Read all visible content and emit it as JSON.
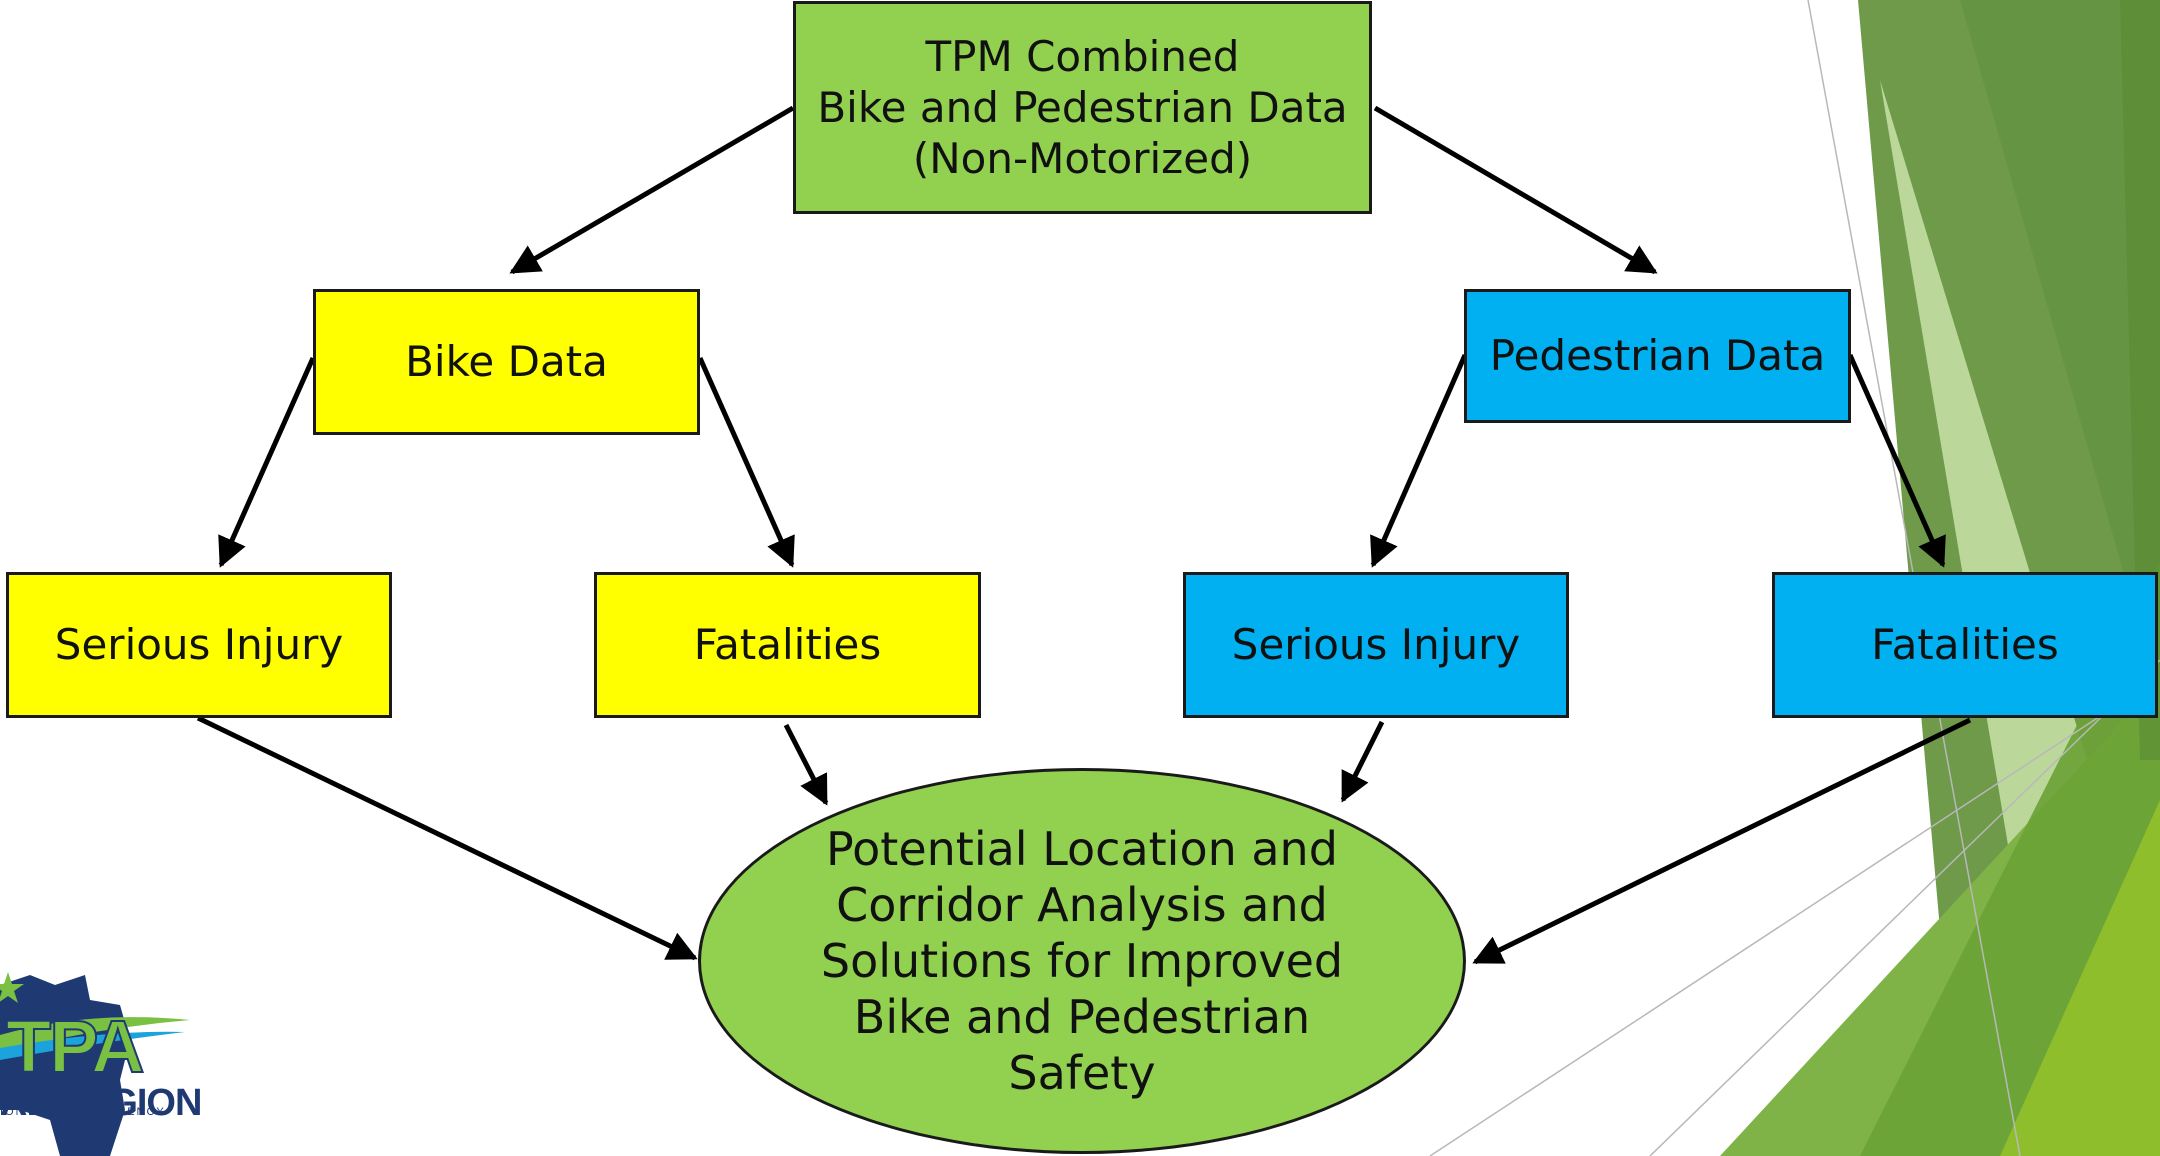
{
  "diagram": {
    "top_box": {
      "lines": [
        "TPM Combined",
        "Bike and Pedestrian Data",
        "(Non-Motorized)"
      ],
      "color": "#92d050"
    },
    "bike_data": {
      "label": "Bike Data",
      "color": "#ffff00"
    },
    "pedestrian_data": {
      "label": "Pedestrian Data",
      "color": "#00b0f0"
    },
    "bike_serious_injury": {
      "label": "Serious Injury"
    },
    "bike_fatalities": {
      "label": "Fatalities"
    },
    "ped_serious_injury": {
      "label": "Serious Injury"
    },
    "ped_fatalities": {
      "label": "Fatalities"
    },
    "outcome": {
      "lines": [
        "Potential Location and",
        "Corridor Analysis and",
        "Solutions for Improved",
        "Bike and Pedestrian",
        "Safety"
      ],
      "color": "#92d050"
    }
  },
  "logo": {
    "acronym": "TPA",
    "region": "AL REGION",
    "tagline": "ION PLANNING AGENCY"
  },
  "theme": {
    "green_dark": "#6e9a4a",
    "green_mid": "#70ad47",
    "green_light": "#c5e0b4"
  }
}
